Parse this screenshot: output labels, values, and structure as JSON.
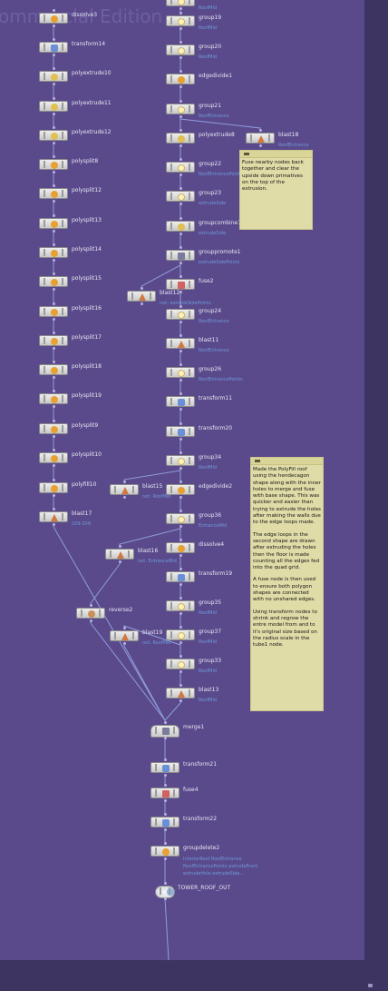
{
  "watermark": "ommercial Edition",
  "nodes": {
    "dissolve3": {
      "label": "dissolve3",
      "icon": "dissolve-icon"
    },
    "transform14": {
      "label": "transform14",
      "icon": "transform-icon"
    },
    "polyextrude10": {
      "label": "polyextrude10",
      "icon": "polyextrude-icon"
    },
    "polyextrude11": {
      "label": "polyextrude11",
      "icon": "polyextrude-icon"
    },
    "polyextrude12": {
      "label": "polyextrude12",
      "icon": "polyextrude-icon"
    },
    "polysplit8": {
      "label": "polysplit8",
      "icon": "polysplit-icon"
    },
    "polysplit12": {
      "label": "polysplit12",
      "icon": "polysplit-icon"
    },
    "polysplit13": {
      "label": "polysplit13",
      "icon": "polysplit-icon"
    },
    "polysplit14": {
      "label": "polysplit14",
      "icon": "polysplit-icon"
    },
    "polysplit15": {
      "label": "polysplit15",
      "icon": "polysplit-icon"
    },
    "polysplit16": {
      "label": "polysplit16",
      "icon": "polysplit-icon"
    },
    "polysplit17": {
      "label": "polysplit17",
      "icon": "polysplit-icon"
    },
    "polysplit18": {
      "label": "polysplit18",
      "icon": "polysplit-icon"
    },
    "polysplit19": {
      "label": "polysplit19",
      "icon": "polysplit-icon"
    },
    "polysplit9": {
      "label": "polysplit9",
      "icon": "polysplit-icon"
    },
    "polysplit10": {
      "label": "polysplit10",
      "icon": "polysplit-icon"
    },
    "polyfill10": {
      "label": "polyfill10",
      "icon": "polyfill-icon"
    },
    "blast17": {
      "label": "blast17",
      "sub": "209-209",
      "icon": "blast-icon"
    },
    "reverse2": {
      "label": "reverse2",
      "icon": "reverse-icon"
    },
    "blast19": {
      "label": "blast19",
      "sub": "not: RoofMid",
      "icon": "blast-icon"
    },
    "blast16": {
      "label": "blast16",
      "sub": "not: EntranceMid",
      "icon": "blast-icon"
    },
    "blast15": {
      "label": "blast15",
      "sub": "not: RoofMid",
      "icon": "blast-icon"
    },
    "blast12": {
      "label": "blast12",
      "sub": "not: extrudeSidePoints",
      "icon": "blast-icon"
    },
    "top": {
      "label": "",
      "sub": "RoofMid",
      "icon": "group-icon"
    },
    "group19": {
      "label": "group19",
      "sub": "RoofMid",
      "icon": "group-icon"
    },
    "group20": {
      "label": "group20",
      "sub": "RoofMid",
      "icon": "group-icon"
    },
    "edgedivide1": {
      "label": "edgedivide1",
      "icon": "edgedivide-icon"
    },
    "group21": {
      "label": "group21",
      "sub": "RoofEntrance",
      "icon": "group-icon"
    },
    "blast18": {
      "label": "blast18",
      "sub": "RoofEntrance",
      "icon": "blast-icon"
    },
    "polyextrude8": {
      "label": "polyextrude8",
      "icon": "polyextrude-icon"
    },
    "group22": {
      "label": "group22",
      "sub": "RoofEntrancePoints",
      "icon": "group-icon"
    },
    "group23": {
      "label": "group23",
      "sub": "extrudeSide",
      "icon": "group-icon"
    },
    "groupcombine1": {
      "label": "groupcombine1",
      "sub": "extrudeSide",
      "icon": "groupcombine-icon"
    },
    "grouppromote1": {
      "label": "grouppromote1",
      "sub": "extrudeSidePoints",
      "icon": "grouppromote-icon"
    },
    "fuse2": {
      "label": "fuse2",
      "icon": "fuse-icon"
    },
    "group24": {
      "label": "group24",
      "sub": "RoofEntrance",
      "icon": "group-icon"
    },
    "blast11": {
      "label": "blast11",
      "sub": "RoofEntrance",
      "icon": "blast-icon"
    },
    "group26": {
      "label": "group26",
      "sub": "RoofEntrancePoints",
      "icon": "group-icon"
    },
    "transform11": {
      "label": "transform11",
      "icon": "transform-icon"
    },
    "transform20": {
      "label": "transform20",
      "icon": "transform-icon"
    },
    "group34": {
      "label": "group34",
      "sub": "RoofMid",
      "icon": "group-icon"
    },
    "edgedivide2": {
      "label": "edgedivide2",
      "icon": "edgedivide-icon"
    },
    "group36": {
      "label": "group36",
      "sub": "EntranceMid",
      "icon": "group-icon"
    },
    "dissolve4": {
      "label": "dissolve4",
      "icon": "dissolve-icon"
    },
    "transform19": {
      "label": "transform19",
      "icon": "transform-icon"
    },
    "group35": {
      "label": "group35",
      "sub": "RoofMid",
      "icon": "group-icon"
    },
    "group37": {
      "label": "group37",
      "sub": "RoofMid",
      "icon": "group-icon"
    },
    "group33": {
      "label": "group33",
      "sub": "RoofMid",
      "icon": "group-icon"
    },
    "blast13": {
      "label": "blast13",
      "sub": "RoofMid",
      "icon": "blast-icon"
    },
    "merge1": {
      "label": "merge1",
      "icon": "merge-icon"
    },
    "transform21": {
      "label": "transform21",
      "icon": "transform-icon"
    },
    "fuse4": {
      "label": "fuse4",
      "icon": "fuse-icon"
    },
    "transform22": {
      "label": "transform22",
      "icon": "transform-icon"
    },
    "groupdelete2": {
      "label": "groupdelete2",
      "sub": "InteriorRoof RoofEntrance RoofEntrancePoints extrudeFront extrudeHole extrudeSide...",
      "icon": "groupdelete-icon"
    },
    "tower_roof_out": {
      "label": "TOWER_ROOF_OUT",
      "icon": "null-out-icon"
    }
  },
  "notes": {
    "note1": {
      "paragraphs": [
        "Fuse nearby nodes back together and clear the upside down primatives on the top of the extrusion."
      ]
    },
    "note2": {
      "paragraphs": [
        "Made the PolyFill roof using the hendecagon shape along with the inner holes to merge and fuse with base shape. This was quicker and easier than trying to extrude the holes after making the walls due to the edge loops made.",
        "The edge loops in the second shape are drawn after extruding the holes then the floor is made counting all the edges fed into the quad grid.",
        "A fuse node is then used to ensure both polygon shapes are connected with no unshared edges.",
        "Using transform nodes to shrink and regrow the entre model from and to it's original size based on the radius scale in the tube1 node."
      ]
    }
  },
  "colors": {
    "background": "#5a4a8c",
    "wire": "#8f9ddc",
    "note": "#e0dca8",
    "group_label": "#6e9ad8"
  }
}
